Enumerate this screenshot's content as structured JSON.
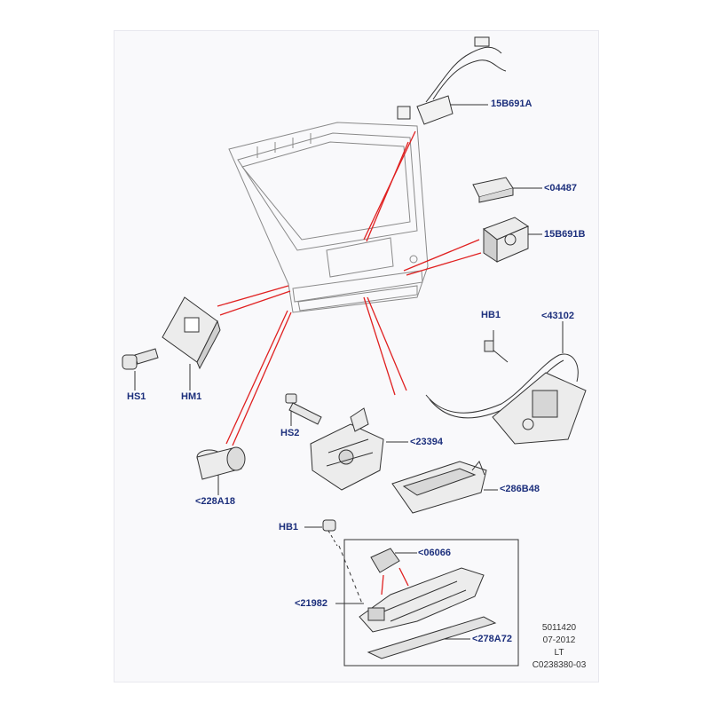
{
  "callouts": {
    "c15B691A": "15B691A",
    "c04487": "<04487",
    "c15B691B": "15B691B",
    "hb1_top": "HB1",
    "c43102": "<43102",
    "hs1": "HS1",
    "hm1": "HM1",
    "hs2": "HS2",
    "c23394": "<23394",
    "c228A18": "<228A18",
    "c286B48": "<286B48",
    "hb1_bottom": "HB1",
    "c06066": "<06066",
    "c21982": "<21982",
    "c278A72": "<278A72"
  },
  "meta": {
    "code": "5011420",
    "date": "07-2012",
    "lang": "LT",
    "ref": "C0238380-03"
  },
  "colors": {
    "callout_text": "#1c2f7c",
    "leader_line": "#e02020",
    "part_line": "#333333"
  }
}
